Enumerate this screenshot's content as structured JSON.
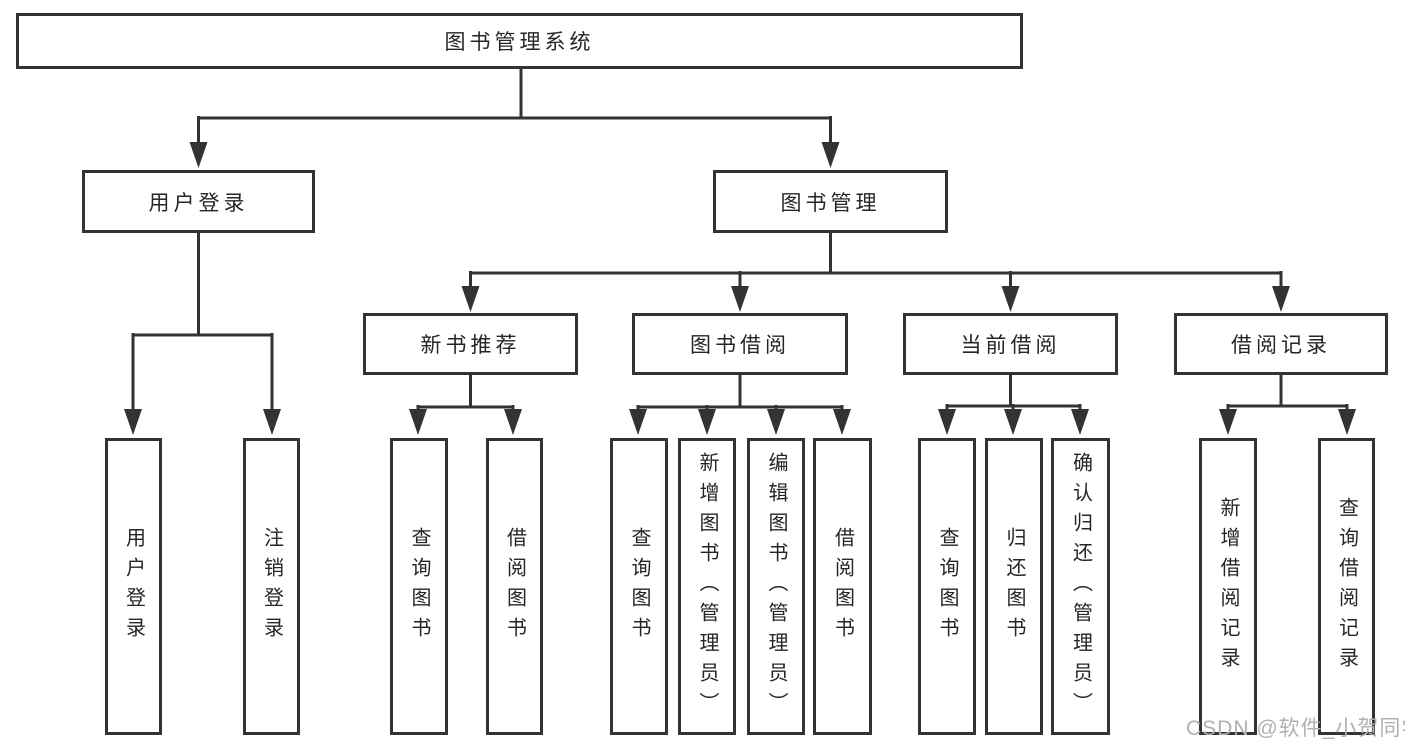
{
  "diagram": {
    "root": {
      "label": "图书管理系统"
    },
    "user_login": {
      "label": "用户登录",
      "children": [
        {
          "label": "用户登录"
        },
        {
          "label": "注销登录"
        }
      ]
    },
    "book_mgmt": {
      "label": "图书管理",
      "sections": [
        {
          "label": "新书推荐",
          "children": [
            {
              "label": "查询图书"
            },
            {
              "label": "借阅图书"
            }
          ]
        },
        {
          "label": "图书借阅",
          "children": [
            {
              "label": "查询图书"
            },
            {
              "label": "新增图书（管理员）"
            },
            {
              "label": "编辑图书（管理员）"
            },
            {
              "label": "借阅图书"
            }
          ]
        },
        {
          "label": "当前借阅",
          "children": [
            {
              "label": "查询图书"
            },
            {
              "label": "归还图书"
            },
            {
              "label": "确认归还（管理员）"
            }
          ]
        },
        {
          "label": "借阅记录",
          "children": [
            {
              "label": "新增借阅记录"
            },
            {
              "label": "查询借阅记录"
            }
          ]
        }
      ]
    },
    "watermark": "CSDN @软件_小贺同学"
  },
  "colors": {
    "line": "#333333",
    "text": "#262626",
    "watermark": "#b0b0b0",
    "background": "#ffffff"
  }
}
